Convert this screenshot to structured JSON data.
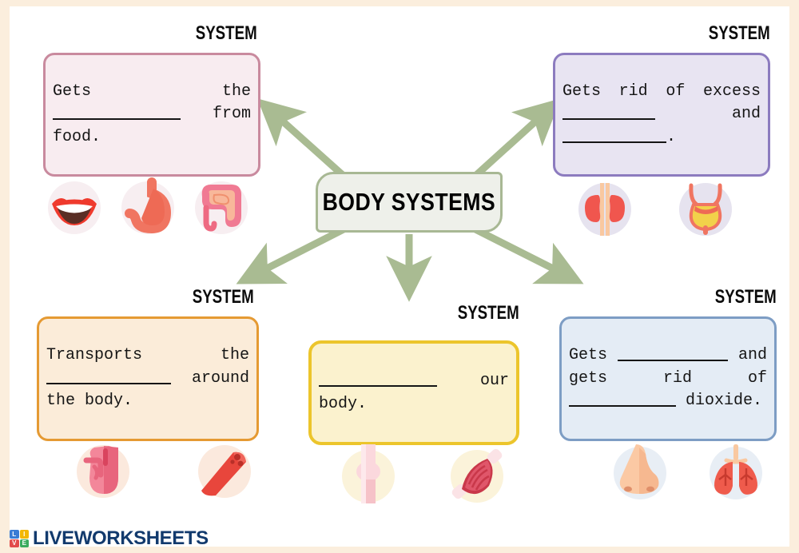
{
  "page": {
    "background_color": "#fbeedd",
    "sheet_color": "#ffffff",
    "center_title": "BODY SYSTEMS",
    "center_fill": "#eef0ea",
    "center_border": "#a8b894",
    "arrow_color": "#a9bb92"
  },
  "label_text": "SYSTEM",
  "systems": [
    {
      "id": "digestive",
      "label": "SYSTEM",
      "sentence_parts": [
        "Gets the ",
        "",
        " from food."
      ],
      "text_plain": "Gets the _________ from food.",
      "fill": "#f8ecf0",
      "border": "#c98a9e",
      "icons": [
        "mouth-icon",
        "stomach-icon",
        "intestines-icon"
      ]
    },
    {
      "id": "excretory",
      "label": "SYSTEM",
      "sentence_parts": [
        "Gets rid of excess ",
        "",
        " and ",
        "",
        "."
      ],
      "text_plain": "Gets rid of excess ______ and ________.",
      "fill": "#e8e4f2",
      "border": "#8c7bbf",
      "icons": [
        "kidneys-icon",
        "bladder-icon"
      ]
    },
    {
      "id": "circulatory",
      "label": "SYSTEM",
      "sentence_parts": [
        "Transports the ",
        "",
        " around the body."
      ],
      "text_plain": "Transports the _________ around the body.",
      "fill": "#fbecd9",
      "border": "#e59a33",
      "icons": [
        "heart-icon",
        "blood-vessel-icon"
      ]
    },
    {
      "id": "musculoskeletal",
      "label": "SYSTEM",
      "sentence_parts": [
        "",
        "",
        " our body."
      ],
      "text_plain": "_________ our body.",
      "fill": "#fbf2ce",
      "border": "#ecc52c",
      "icons": [
        "bone-icon",
        "muscle-icon"
      ]
    },
    {
      "id": "respiratory",
      "label": "SYSTEM",
      "sentence_parts": [
        "Gets ",
        "",
        " and gets rid of ",
        "",
        " dioxide."
      ],
      "text_plain": "Gets _________ and gets rid of _________ dioxide.",
      "fill": "#e4ecf5",
      "border": "#7d9dc4",
      "icons": [
        "nose-icon",
        "lungs-icon"
      ]
    }
  ],
  "footer": {
    "brand": "LIVEWORKSHEETS",
    "logo_letters": [
      "L",
      "I",
      "V",
      "E"
    ],
    "logo_colors": [
      "#3a7bd5",
      "#f2b705",
      "#e24b4b",
      "#3aab5c"
    ],
    "brand_color": "#123a6d"
  }
}
